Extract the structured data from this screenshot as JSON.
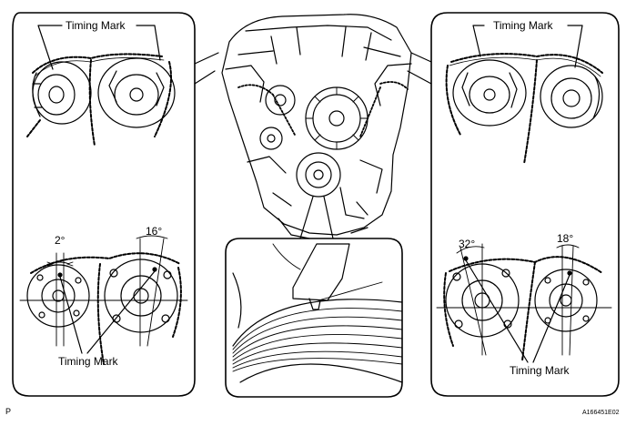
{
  "labels": {
    "timing_mark": "Timing Mark",
    "left_small_angle": "2°",
    "left_large_angle": "16°",
    "right_large_angle": "32°",
    "right_small_angle": "18°",
    "page_letter": "P",
    "figure_code": "A166451E02"
  }
}
